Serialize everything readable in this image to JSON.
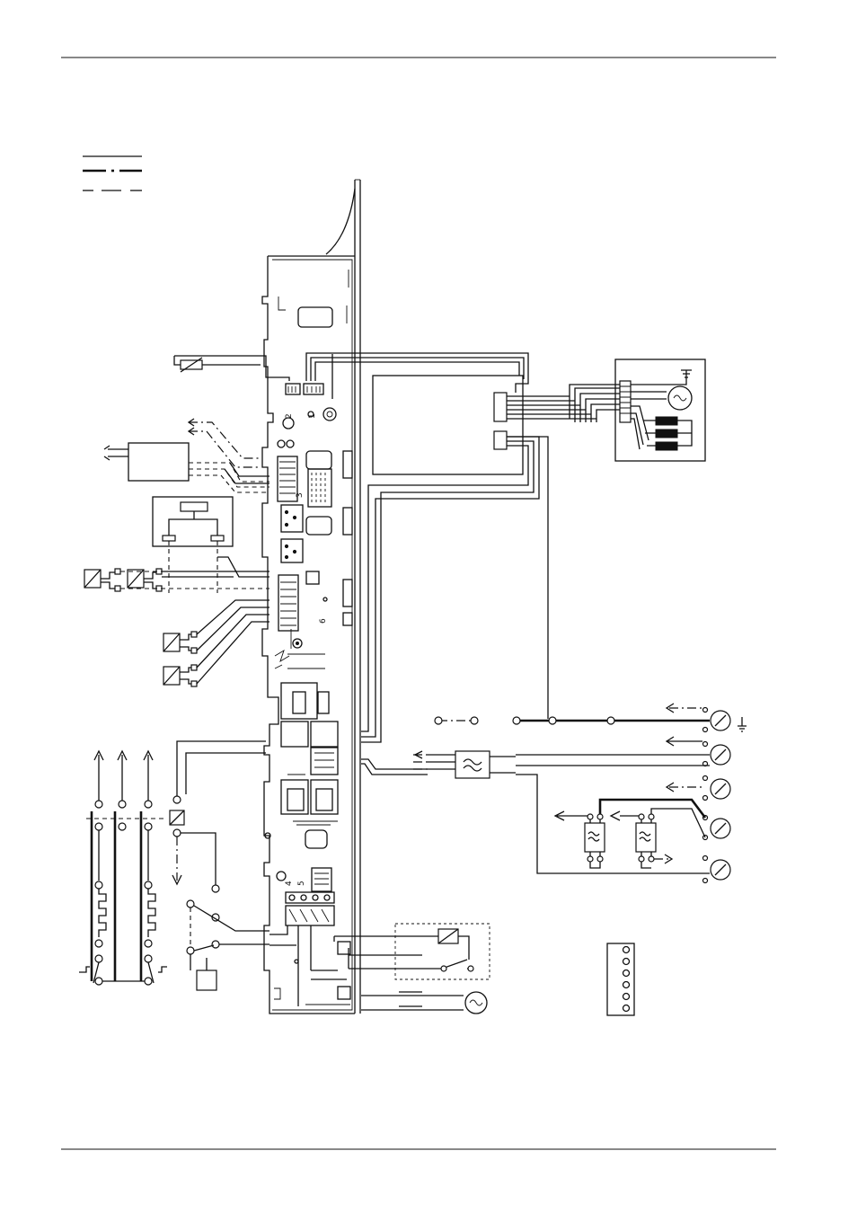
{
  "figure": {
    "board_labels": [
      "2",
      "1",
      "3",
      "4",
      "5",
      "6"
    ],
    "legend": {
      "solid_label": "",
      "dash_dot_label": "",
      "dashed_label": ""
    },
    "colors": {
      "ink": "#111111",
      "paper": "#ffffff"
    }
  }
}
